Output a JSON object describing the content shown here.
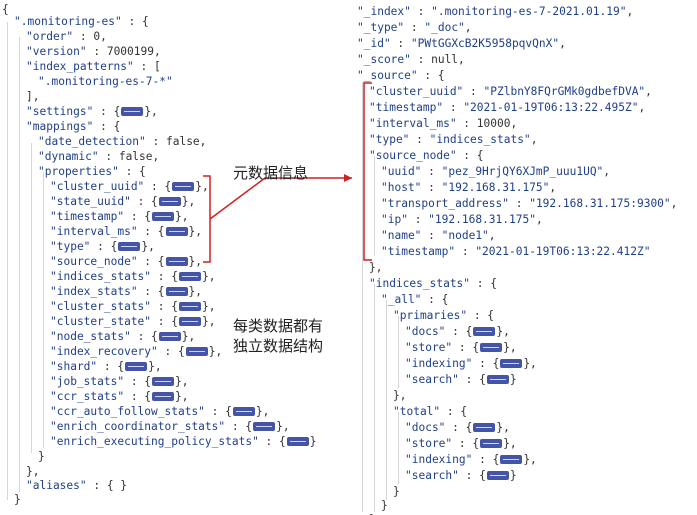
{
  "left": {
    "lines": [
      "{",
      "\".monitoring-es\" : {",
      "\"order\" : 0,",
      "\"version\" : 7000199,",
      "\"index_patterns\" : [",
      "\".monitoring-es-7-*\"",
      "],",
      "\"settings\" : {",
      "\"mappings\" : {",
      "\"date_detection\" : false,",
      "\"dynamic\" : false,",
      "\"properties\" : {",
      "\"cluster_uuid\" : {",
      "\"state_uuid\" : {",
      "\"timestamp\" : {",
      "\"interval_ms\" : {",
      "\"type\" : {",
      "\"source_node\" : {",
      "\"indices_stats\" : {",
      "\"index_stats\" : {",
      "\"cluster_stats\" : {",
      "\"cluster_state\" : {",
      "\"node_stats\" : {",
      "\"index_recovery\" : {",
      "\"shard\" : {",
      "\"job_stats\" : {",
      "\"ccr_stats\" : {",
      "\"ccr_auto_follow_stats\" : {",
      "\"enrich_coordinator_stats\" : {",
      "\"enrich_executing_policy_stats\" : {",
      "}",
      "},",
      "\"aliases\" : { }",
      "}"
    ]
  },
  "right": {
    "lines": [
      "\"_index\" : \".monitoring-es-7-2021.01.19\",",
      "\"_type\" : \"_doc\",",
      "\"_id\" : \"PWtGGXcB2K5958pqvQnX\",",
      "\"_score\" : null,",
      "\"_source\" : {",
      "\"cluster_uuid\" : \"PZlbnY8FQrGMk0gdbefDVA\",",
      "\"timestamp\" : \"2021-01-19T06:13:22.495Z\",",
      "\"interval_ms\" : 10000,",
      "\"type\" : \"indices_stats\",",
      "\"source_node\" : {",
      "\"uuid\" : \"pez_9HrjQY6XJmP_uuu1UQ\",",
      "\"host\" : \"192.168.31.175\",",
      "\"transport_address\" : \"192.168.31.175:9300\",",
      "\"ip\" : \"192.168.31.175\",",
      "\"name\" : \"node1\",",
      "\"timestamp\" : \"2021-01-19T06:13:22.412Z\"",
      "},",
      "\"indices_stats\" : {",
      "\"_all\" : {",
      "\"primaries\" : {",
      "\"docs\" : {",
      "\"store\" : {",
      "\"indexing\" : {",
      "\"search\" : {",
      "},",
      "\"total\" : {",
      "\"docs\" : {",
      "\"store\" : {",
      "\"indexing\" : {",
      "\"search\" : {",
      "}",
      "}",
      "}"
    ]
  },
  "annotations": {
    "same_info": "元数据信息",
    "separate_structure_line1": "每类数据都有",
    "separate_structure_line2": "独立数据结构"
  },
  "colors": {
    "key": "#1f3f8c",
    "badge": "#4455a8",
    "annotation": "#d02020"
  },
  "icons": {
    "collapsed": "collapsed-object-badge"
  }
}
